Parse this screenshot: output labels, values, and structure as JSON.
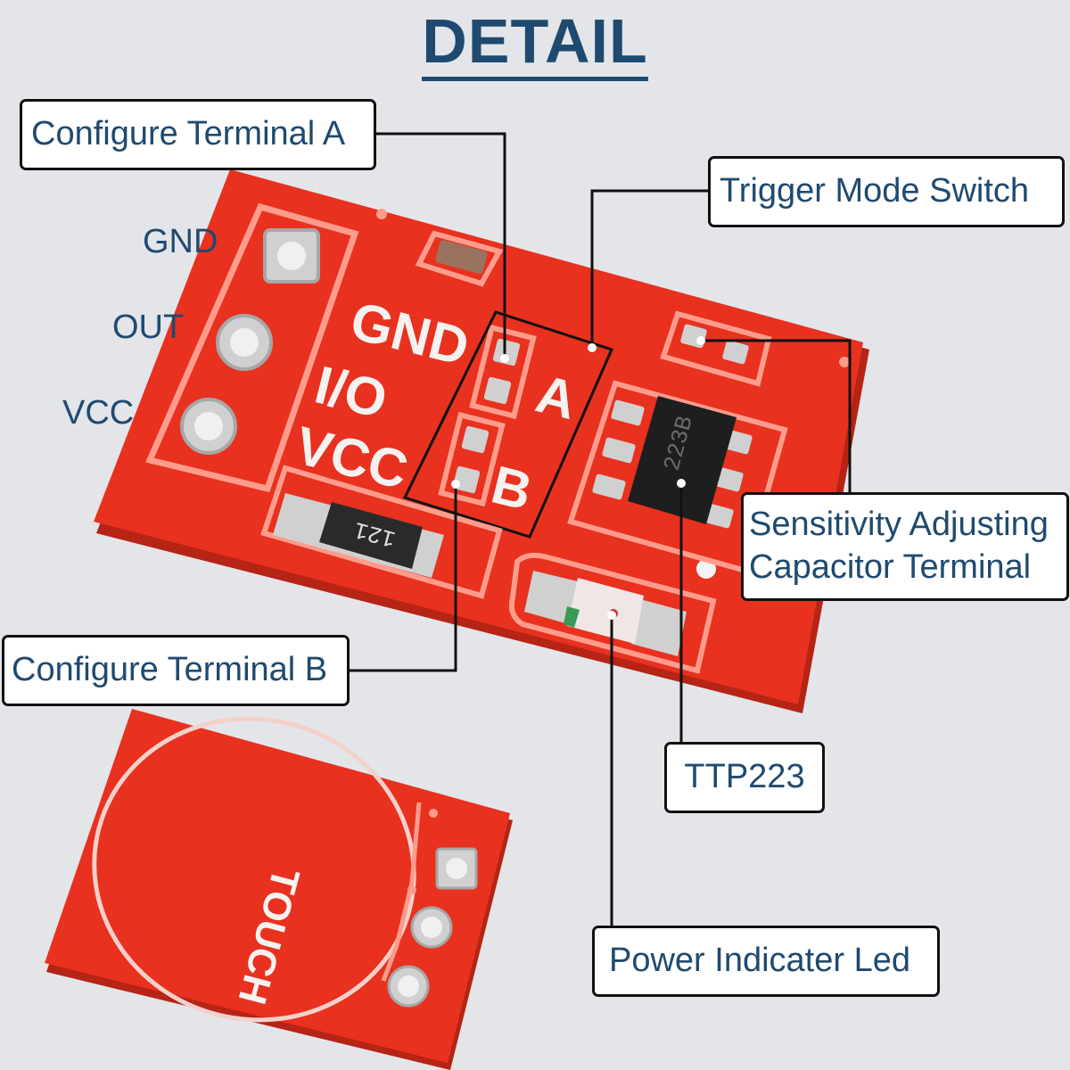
{
  "title": "DETAIL",
  "pins": {
    "gnd": "GND",
    "out": "OUT",
    "vcc": "VCC"
  },
  "silkscreen": {
    "gnd": "GND",
    "io": "I/O",
    "vcc": "VCC",
    "a": "A",
    "b": "B",
    "resistor": "121",
    "chip": "223B",
    "touch": "TOUCH"
  },
  "callouts": {
    "terminal_a": "Configure Terminal A",
    "trigger_mode": "Trigger Mode Switch",
    "sensitivity_line1": "Sensitivity Adjusting",
    "sensitivity_line2": "Capacitor Terminal",
    "terminal_b": "Configure Terminal B",
    "ttp223": "TTP223",
    "power_led": "Power Indicater Led"
  },
  "colors": {
    "board": "#e8311f",
    "trace": "#ff9c8c",
    "text_blue": "#1f4a70",
    "pad": "#c8c8c8",
    "chip": "#1e1e1e"
  }
}
